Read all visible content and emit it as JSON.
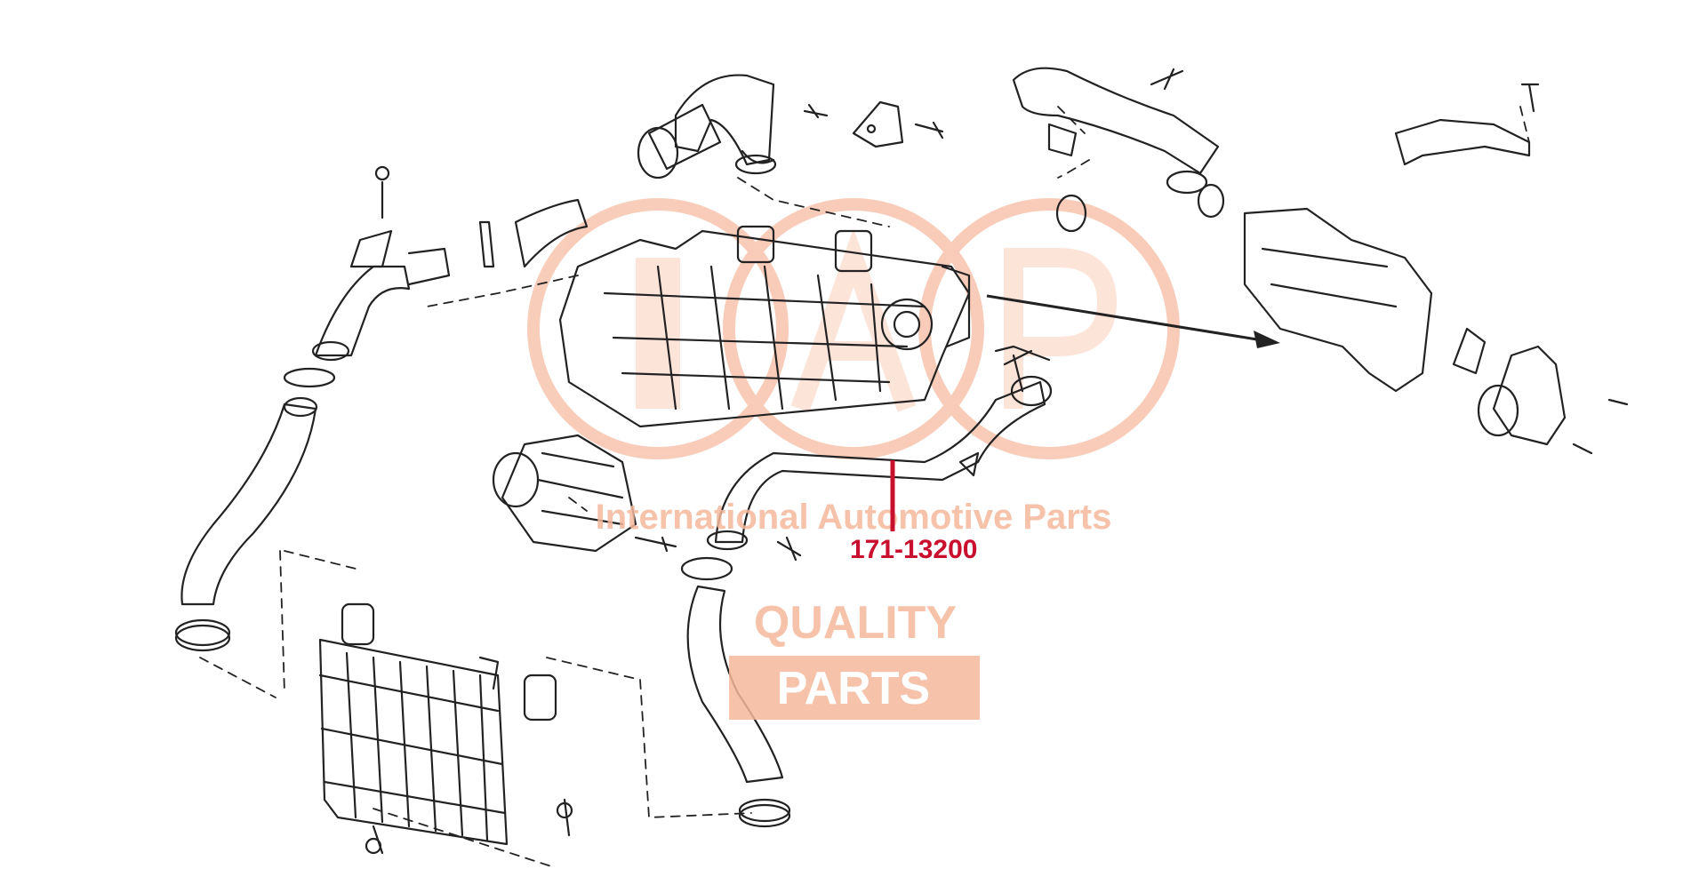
{
  "watermark": {
    "tagline": "International Automotive Parts",
    "quality": "QUALITY",
    "parts": "PARTS",
    "color": "#f4b79b"
  },
  "callout": {
    "part_number": "171-13200",
    "color": "#c8102e"
  },
  "line_color": "#222222"
}
